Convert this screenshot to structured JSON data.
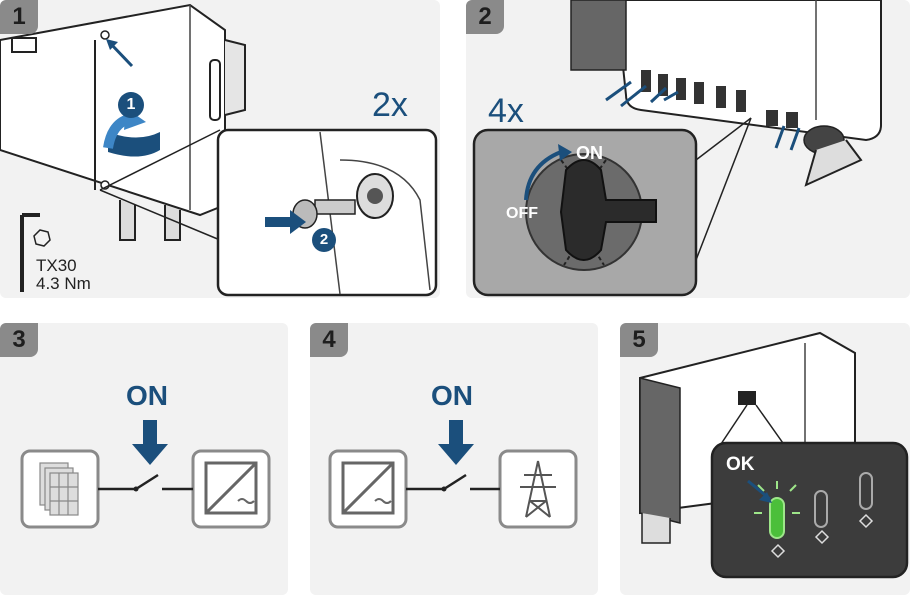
{
  "steps": [
    "1",
    "2",
    "3",
    "4",
    "5"
  ],
  "panel1": {
    "callout_1": "1",
    "callout_2": "2",
    "count": "2x",
    "tool_name": "TX30",
    "torque": "4.3 Nm"
  },
  "panel2": {
    "count": "4x",
    "on_label": "ON",
    "off_label": "OFF"
  },
  "panel3": {
    "on_label": "ON"
  },
  "panel4": {
    "on_label": "ON"
  },
  "panel5": {
    "ok_label": "OK"
  },
  "colors": {
    "brand_blue": "#1b4f7c",
    "panel_bg": "#f2f2f2",
    "step_badge": "#8a8a8a",
    "led_green": "#4bbf3a",
    "dark_panel": "#3c3c3c"
  }
}
